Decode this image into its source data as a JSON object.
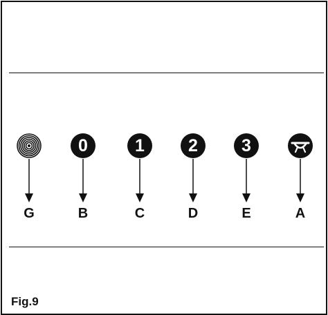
{
  "figure": {
    "caption": "Fig.9",
    "positions": [
      {
        "icon": "spiral-icon",
        "label": "G"
      },
      {
        "icon": "zero-circle-icon",
        "symbol": "0",
        "label": "B"
      },
      {
        "icon": "one-circle-icon",
        "symbol": "1",
        "label": "C"
      },
      {
        "icon": "two-circle-icon",
        "symbol": "2",
        "label": "D"
      },
      {
        "icon": "three-circle-icon",
        "symbol": "3",
        "label": "E"
      },
      {
        "icon": "lamp-icon",
        "label": "A"
      }
    ]
  }
}
